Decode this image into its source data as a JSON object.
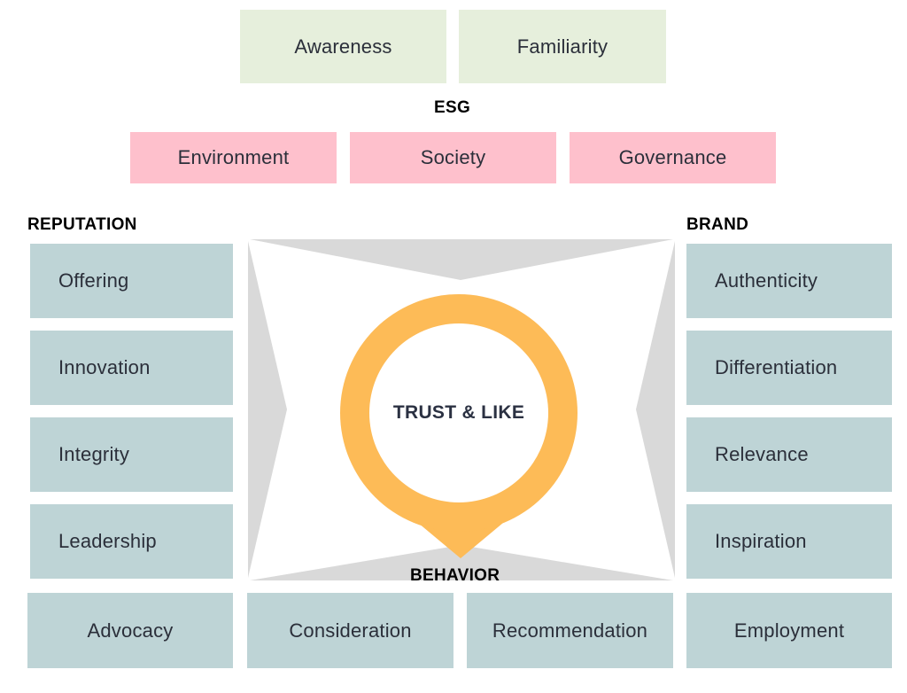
{
  "top_row": [
    "Awareness",
    "Familiarity"
  ],
  "esg": {
    "heading": "ESG",
    "items": [
      "Environment",
      "Society",
      "Governance"
    ]
  },
  "reputation": {
    "heading": "REPUTATION",
    "items": [
      "Offering",
      "Innovation",
      "Integrity",
      "Leadership"
    ]
  },
  "brand": {
    "heading": "BRAND",
    "items": [
      "Authenticity",
      "Differentiation",
      "Relevance",
      "Inspiration"
    ]
  },
  "core": {
    "label": "TRUST & LIKE"
  },
  "behavior": {
    "heading": "BEHAVIOR",
    "items": [
      "Advocacy",
      "Consideration",
      "Recommendation",
      "Employment"
    ]
  },
  "colors": {
    "top_row": "#e6efdc",
    "esg": "#fec0cc",
    "pillars": "#bed4d6",
    "frame": "#d9d9d9",
    "core_ring": "#fdbb57"
  }
}
